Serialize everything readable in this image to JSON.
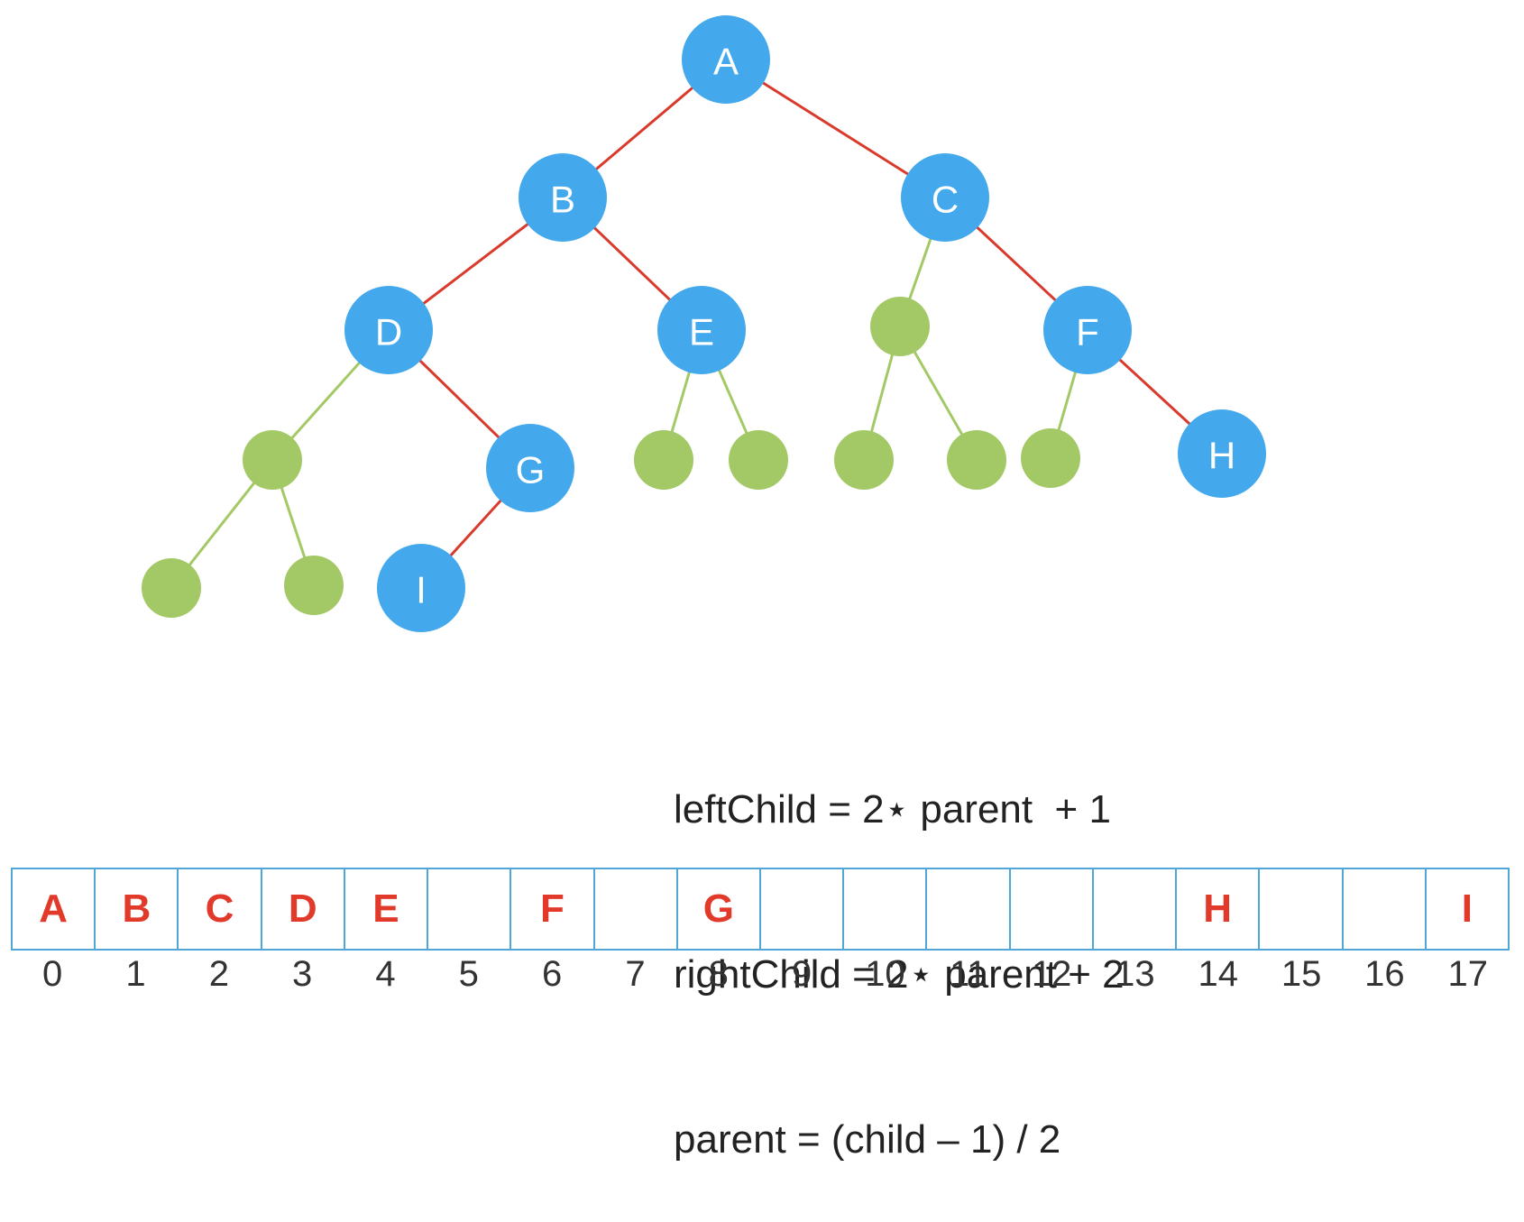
{
  "colors": {
    "node_filled": "#44a9ec",
    "node_empty": "#a3c966",
    "edge_filled": "#d93a2b",
    "edge_empty": "#a3c966",
    "array_letter": "#e23a2a",
    "array_border": "#4fa6d8"
  },
  "tree": {
    "nodes": [
      {
        "id": "A",
        "label": "A",
        "filled": true
      },
      {
        "id": "B",
        "label": "B",
        "filled": true
      },
      {
        "id": "C",
        "label": "C",
        "filled": true
      },
      {
        "id": "D",
        "label": "D",
        "filled": true
      },
      {
        "id": "E",
        "label": "E",
        "filled": true
      },
      {
        "id": "c5",
        "label": "",
        "filled": false
      },
      {
        "id": "F",
        "label": "F",
        "filled": true
      },
      {
        "id": "c7",
        "label": "",
        "filled": false
      },
      {
        "id": "G",
        "label": "G",
        "filled": true
      },
      {
        "id": "c9",
        "label": "",
        "filled": false
      },
      {
        "id": "c10",
        "label": "",
        "filled": false
      },
      {
        "id": "c11",
        "label": "",
        "filled": false
      },
      {
        "id": "c12",
        "label": "",
        "filled": false
      },
      {
        "id": "c13",
        "label": "",
        "filled": false
      },
      {
        "id": "H",
        "label": "H",
        "filled": true
      },
      {
        "id": "c15",
        "label": "",
        "filled": false
      },
      {
        "id": "c16",
        "label": "",
        "filled": false
      },
      {
        "id": "I",
        "label": "I",
        "filled": true
      }
    ],
    "edges": [
      {
        "from": "A",
        "to": "B",
        "filled": true
      },
      {
        "from": "A",
        "to": "C",
        "filled": true
      },
      {
        "from": "B",
        "to": "D",
        "filled": true
      },
      {
        "from": "B",
        "to": "E",
        "filled": true
      },
      {
        "from": "C",
        "to": "c5",
        "filled": false
      },
      {
        "from": "C",
        "to": "F",
        "filled": true
      },
      {
        "from": "D",
        "to": "c7",
        "filled": false
      },
      {
        "from": "D",
        "to": "G",
        "filled": true
      },
      {
        "from": "E",
        "to": "c9",
        "filled": false
      },
      {
        "from": "E",
        "to": "c10",
        "filled": false
      },
      {
        "from": "c5",
        "to": "c11",
        "filled": false
      },
      {
        "from": "c5",
        "to": "c12",
        "filled": false
      },
      {
        "from": "F",
        "to": "c13",
        "filled": false
      },
      {
        "from": "F",
        "to": "H",
        "filled": true
      },
      {
        "from": "c7",
        "to": "c15",
        "filled": false
      },
      {
        "from": "c7",
        "to": "c16",
        "filled": false
      },
      {
        "from": "G",
        "to": "I",
        "filled": true
      }
    ]
  },
  "formulas": {
    "left_child": "leftChild = 2⋆ parent  + 1",
    "right_child": "rightChild = 2⋆ parent + 2",
    "parent": "parent = (child – 1) / 2"
  },
  "array": {
    "cells": [
      "A",
      "B",
      "C",
      "D",
      "E",
      "",
      "F",
      "",
      "G",
      "",
      "",
      "",
      "",
      "",
      "H",
      "",
      "",
      "I"
    ],
    "indices": [
      "0",
      "1",
      "2",
      "3",
      "4",
      "5",
      "6",
      "7",
      "8",
      "9",
      "10",
      "11",
      "12",
      "13",
      "14",
      "15",
      "16",
      "17"
    ]
  }
}
